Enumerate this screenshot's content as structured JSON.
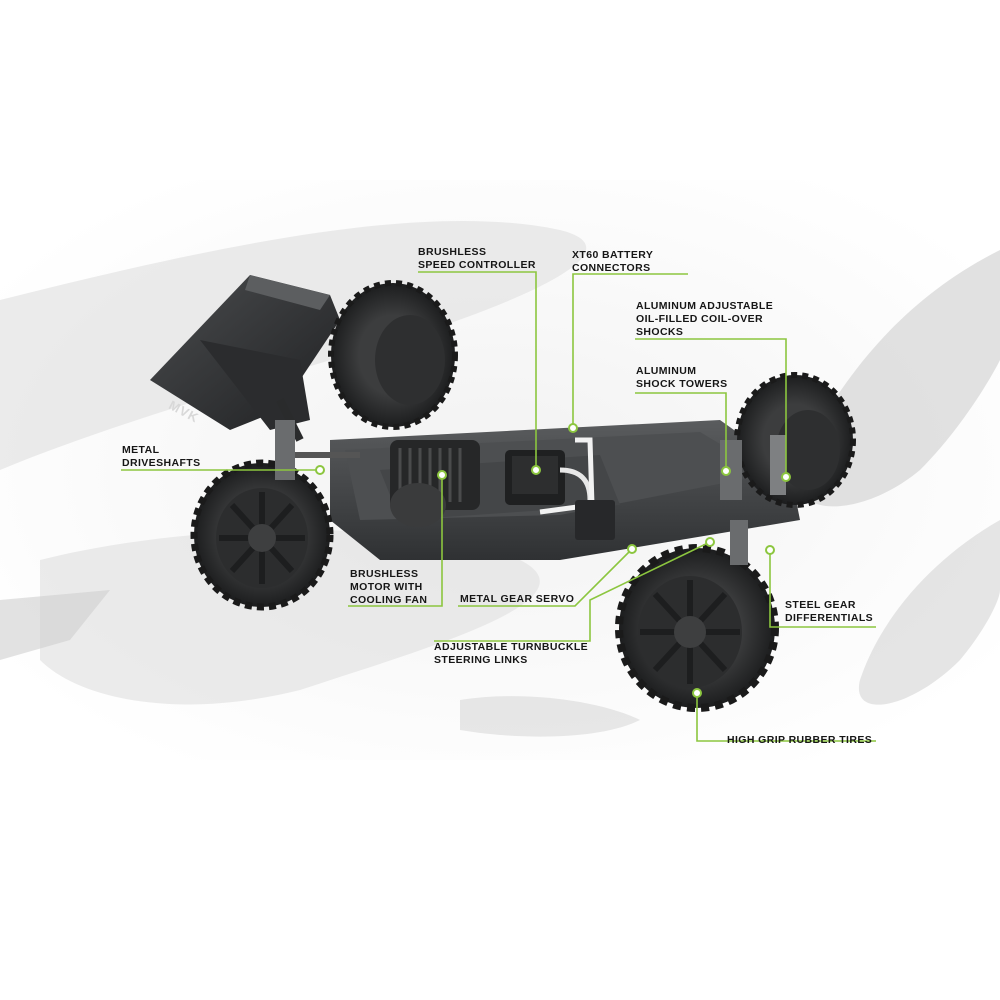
{
  "product": {
    "wing_logo": "MVK"
  },
  "theme": {
    "accent": "#8cc63f",
    "chassis": "#3a3c3e",
    "tire": "#2a2b2c",
    "label_text": "#161616"
  },
  "callouts": {
    "esc": "BRUSHLESS\nSPEED CONTROLLER",
    "xt60": "XT60 BATTERY\nCONNECTORS",
    "shocks": "ALUMINUM ADJUSTABLE\nOIL-FILLED COIL-OVER\nSHOCKS",
    "towers": "ALUMINUM\nSHOCK TOWERS",
    "driveshafts": "METAL\nDRIVESHAFTS",
    "motor": "BRUSHLESS\nMOTOR WITH\nCOOLING FAN",
    "servo": "METAL GEAR SERVO",
    "diffs": "STEEL GEAR\nDIFFERENTIALS",
    "steering": "ADJUSTABLE TURNBUCKLE\nSTEERING LINKS",
    "tires": "HIGH GRIP RUBBER TIRES"
  }
}
